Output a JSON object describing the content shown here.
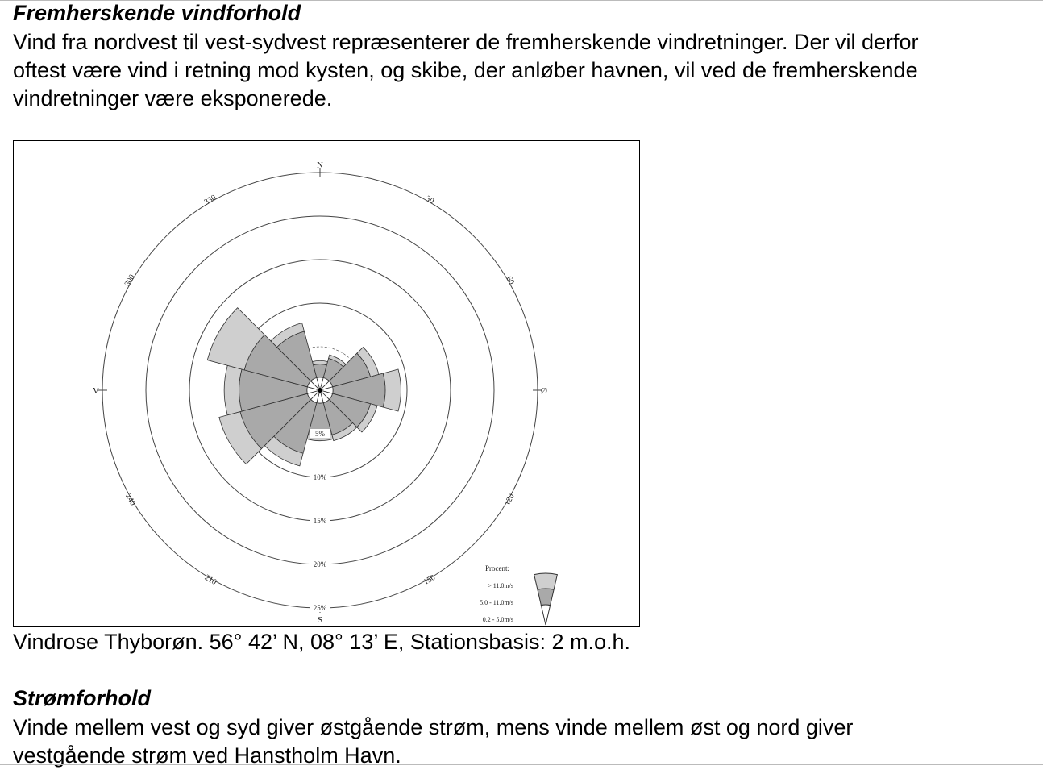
{
  "section1": {
    "title": "Fremherskende vindforhold",
    "lines": [
      "Vind fra nordvest til vest-sydvest repræsenterer de fremherskende vindretninger. Der vil derfor",
      "oftest være vind i retning mod kysten, og skibe, der anløber havnen, vil ved de fremherskende",
      "vindretninger være eksponerede."
    ]
  },
  "figure_caption": "Vindrose Thyborøn. 56° 42’ N, 08° 13’ E, Stationsbasis: 2 m.o.h.",
  "section2": {
    "title": "Strømforhold",
    "lines": [
      "Vinde mellem vest og syd giver østgående strøm, mens vinde mellem øst og nord giver",
      "vestgående strøm ved Hanstholm Havn."
    ]
  },
  "wind_rose": {
    "cardinal": {
      "north": "N",
      "east": "Ø",
      "south": "S",
      "west": "V"
    },
    "degree_labels": [
      "30",
      "60",
      "120",
      "150",
      "210",
      "240",
      "300",
      "330"
    ],
    "ring_labels": [
      "5%",
      "10%",
      "15%",
      "20%",
      "25%"
    ],
    "legend": {
      "title": "Procent:",
      "items": [
        ">  11.0m/s",
        "5.0 - 11.0m/s",
        "0.2 - 5.0m/s"
      ]
    },
    "colors": {
      "high": "#cfcfcf",
      "mid": "#a9a9a9",
      "low": "#ffffff",
      "ring": "#444444"
    }
  },
  "chart_data": {
    "type": "wind-rose",
    "units": "percent",
    "directions": [
      0,
      30,
      60,
      90,
      120,
      150,
      180,
      210,
      240,
      270,
      300,
      330
    ],
    "series": [
      {
        "name": "0.2 - 5.0m/s",
        "values": [
          1.5,
          1.5,
          1.5,
          1.5,
          1.5,
          1.5,
          1.5,
          1.5,
          1.5,
          1.5,
          1.5,
          1.5
        ]
      },
      {
        "name": "5.0 - 11.0m/s",
        "values": [
          1.5,
          2.3,
          4.5,
          6.0,
          4.5,
          3.8,
          3.8,
          6.0,
          8.0,
          7.8,
          7.5,
          5.5
        ]
      },
      {
        "name": "> 11.0m/s",
        "values": [
          0.4,
          0.4,
          1.0,
          1.8,
          0.8,
          0.7,
          0.5,
          1.5,
          2.5,
          1.7,
          4.4,
          1.0
        ]
      }
    ],
    "ring_levels": [
      5,
      10,
      15,
      20,
      25
    ]
  }
}
